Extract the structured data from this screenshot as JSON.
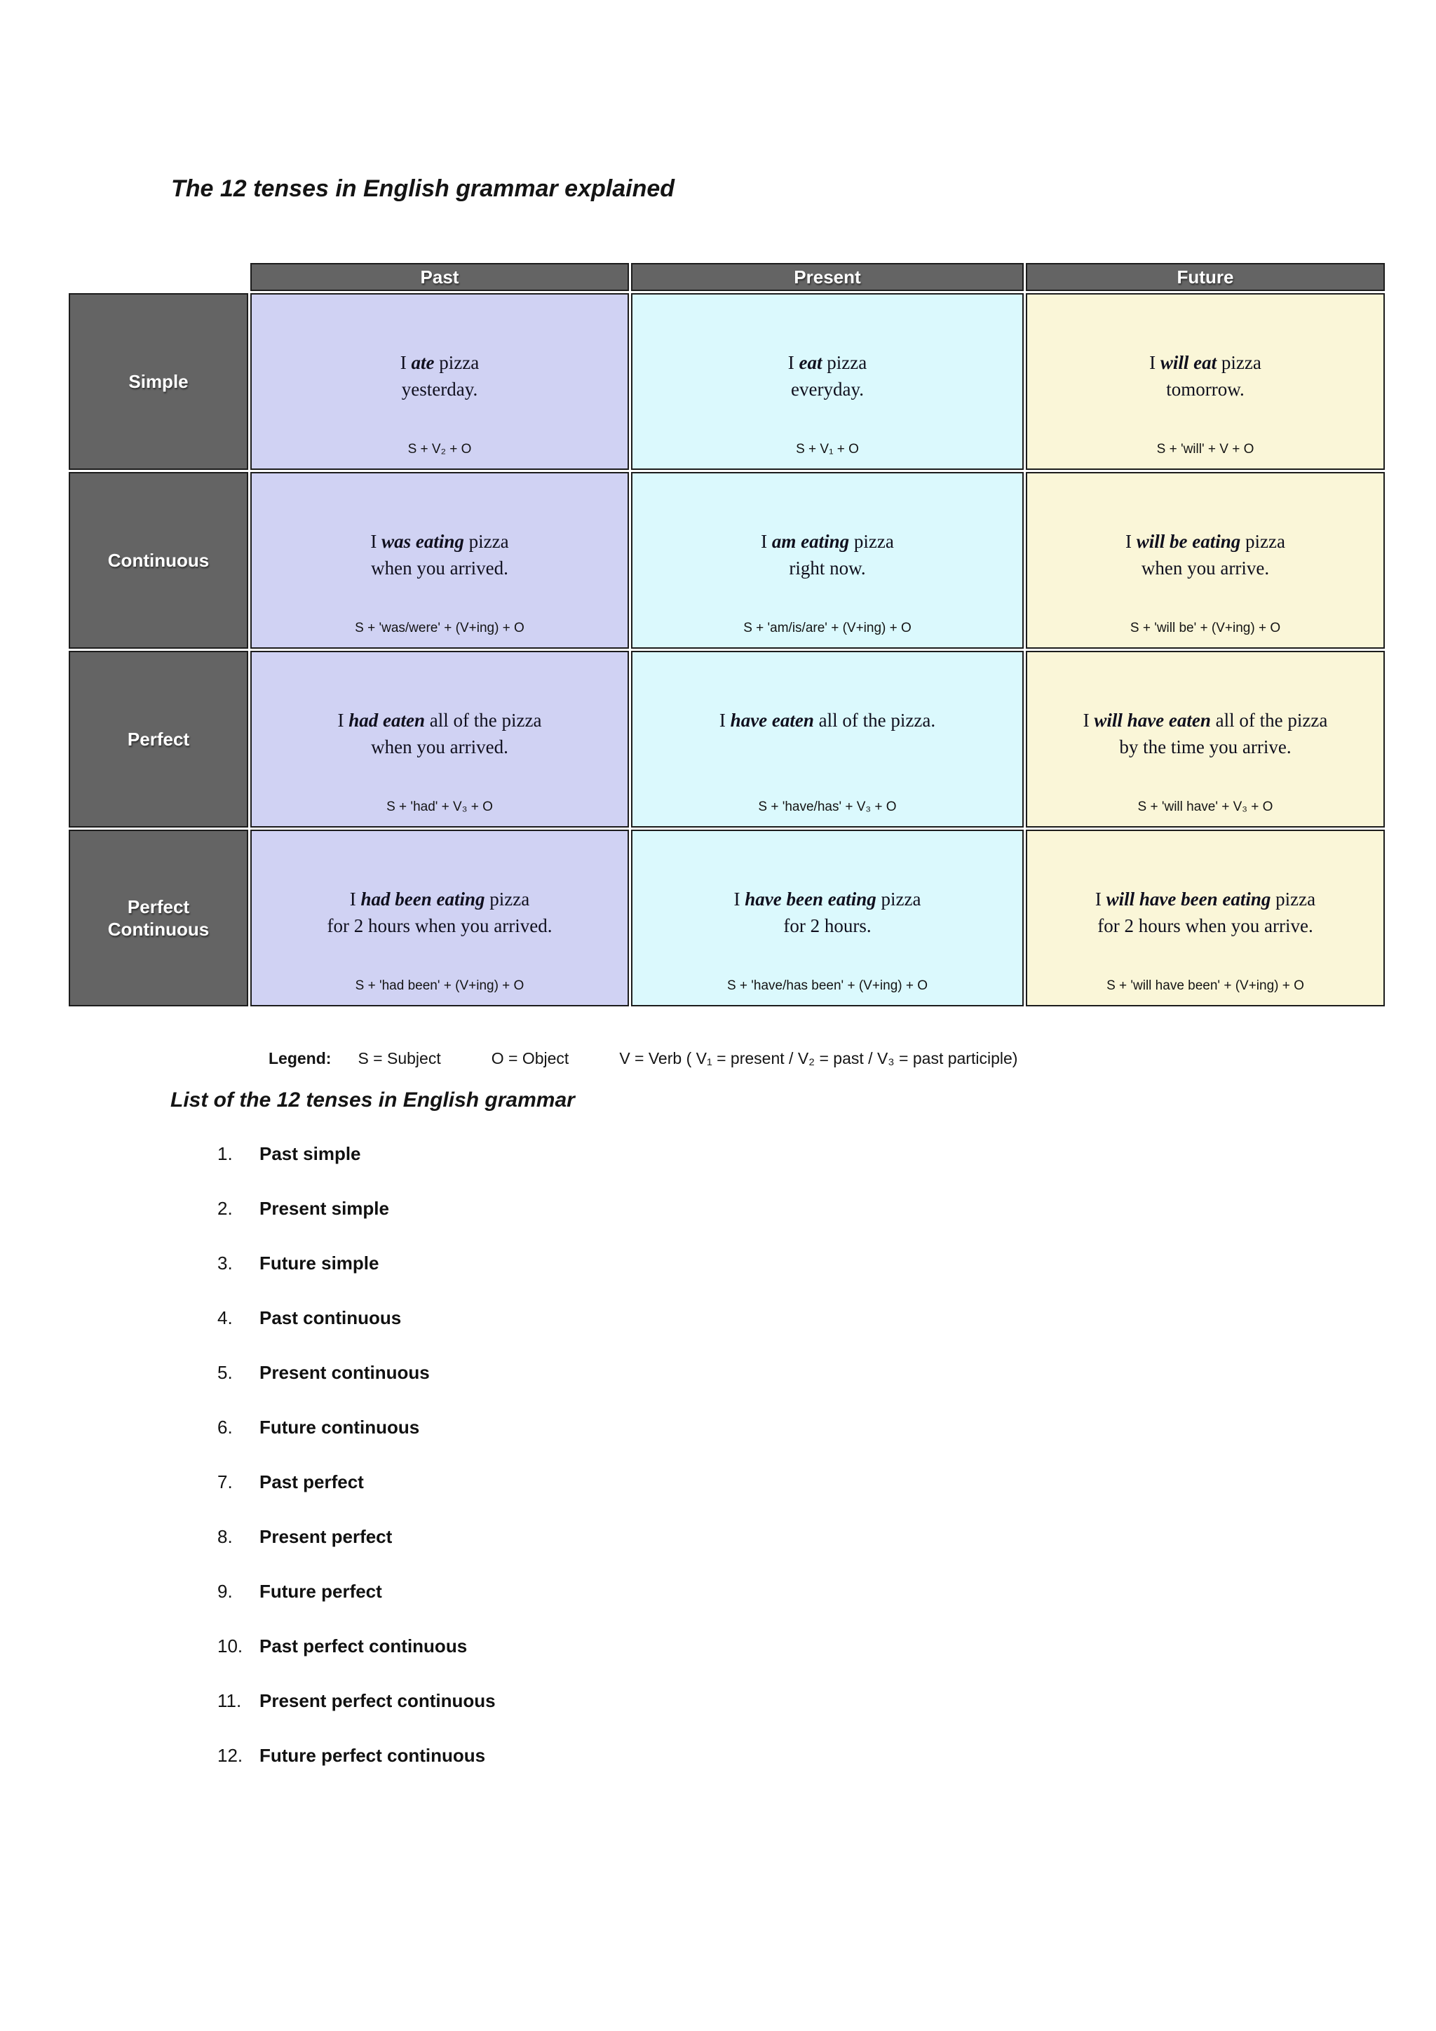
{
  "page": {
    "title": "The 12 tenses in English grammar explained",
    "list_heading": "List of the 12 tenses in English grammar"
  },
  "colors": {
    "header_bg": "#646464",
    "past_bg": "#d0d2f3",
    "present_bg": "#dbf9fd",
    "future_bg": "#faf6d8"
  },
  "table": {
    "column_headers": [
      "Past",
      "Present",
      "Future"
    ],
    "rows": [
      {
        "label": "Simple",
        "cells": [
          {
            "pre": "I ",
            "verb": "ate",
            "rest": " pizza",
            "line2": "yesterday.",
            "formula": "S + V₂ + O"
          },
          {
            "pre": "I ",
            "verb": "eat",
            "rest": " pizza",
            "line2": "everyday.",
            "formula": "S + V₁ + O"
          },
          {
            "pre": "I ",
            "verb": "will eat",
            "rest": " pizza",
            "line2": "tomorrow.",
            "formula": "S + 'will' + V + O"
          }
        ]
      },
      {
        "label": "Continuous",
        "cells": [
          {
            "pre": "I ",
            "verb": "was eating",
            "rest": " pizza",
            "line2": "when you arrived.",
            "formula": "S + 'was/were' + (V+ing) + O"
          },
          {
            "pre": "I ",
            "verb": "am eating",
            "rest": " pizza",
            "line2": "right now.",
            "formula": "S + 'am/is/are' + (V+ing) + O"
          },
          {
            "pre": "I ",
            "verb": "will be eating",
            "rest": " pizza",
            "line2": "when you arrive.",
            "formula": "S + 'will be' + (V+ing) + O"
          }
        ]
      },
      {
        "label": "Perfect",
        "cells": [
          {
            "pre": "I ",
            "verb": "had eaten",
            "rest": " all of the pizza",
            "line2": "when you arrived.",
            "formula": "S + 'had' + V₃ + O"
          },
          {
            "pre": "I ",
            "verb": "have eaten",
            "rest": " all of the pizza.",
            "line2": "",
            "formula": "S + 'have/has' + V₃ + O"
          },
          {
            "pre": "I ",
            "verb": "will have eaten",
            "rest": " all of the pizza",
            "line2": "by the time you arrive.",
            "formula": "S + 'will have' + V₃ + O"
          }
        ]
      },
      {
        "label": "Perfect Continuous",
        "cells": [
          {
            "pre": "I ",
            "verb": "had been eating",
            "rest": " pizza",
            "line2": "for 2 hours when you arrived.",
            "formula": "S + 'had been' + (V+ing) + O"
          },
          {
            "pre": "I ",
            "verb": "have been eating",
            "rest": " pizza",
            "line2": "for 2 hours.",
            "formula": "S + 'have/has been' + (V+ing) + O"
          },
          {
            "pre": "I ",
            "verb": "will have been eating",
            "rest": " pizza",
            "line2": "for 2 hours when you arrive.",
            "formula": "S + 'will have been' + (V+ing) + O"
          }
        ]
      }
    ]
  },
  "legend": {
    "label": "Legend:",
    "subject": "S = Subject",
    "object": "O = Object",
    "verb": "V = Verb ( V₁ = present  /  V₂ = past  /  V₃ = past participle)"
  },
  "list": {
    "items": [
      {
        "num": "1.",
        "label": "Past simple"
      },
      {
        "num": "2.",
        "label": "Present simple"
      },
      {
        "num": "3.",
        "label": "Future simple"
      },
      {
        "num": "4.",
        "label": "Past continuous"
      },
      {
        "num": "5.",
        "label": "Present continuous"
      },
      {
        "num": "6.",
        "label": "Future continuous"
      },
      {
        "num": "7.",
        "label": "Past perfect"
      },
      {
        "num": "8.",
        "label": "Present perfect"
      },
      {
        "num": "9.",
        "label": "Future perfect"
      },
      {
        "num": "10.",
        "label": "Past perfect continuous"
      },
      {
        "num": "11.",
        "label": "Present perfect continuous"
      },
      {
        "num": "12.",
        "label": "Future perfect continuous"
      }
    ]
  }
}
